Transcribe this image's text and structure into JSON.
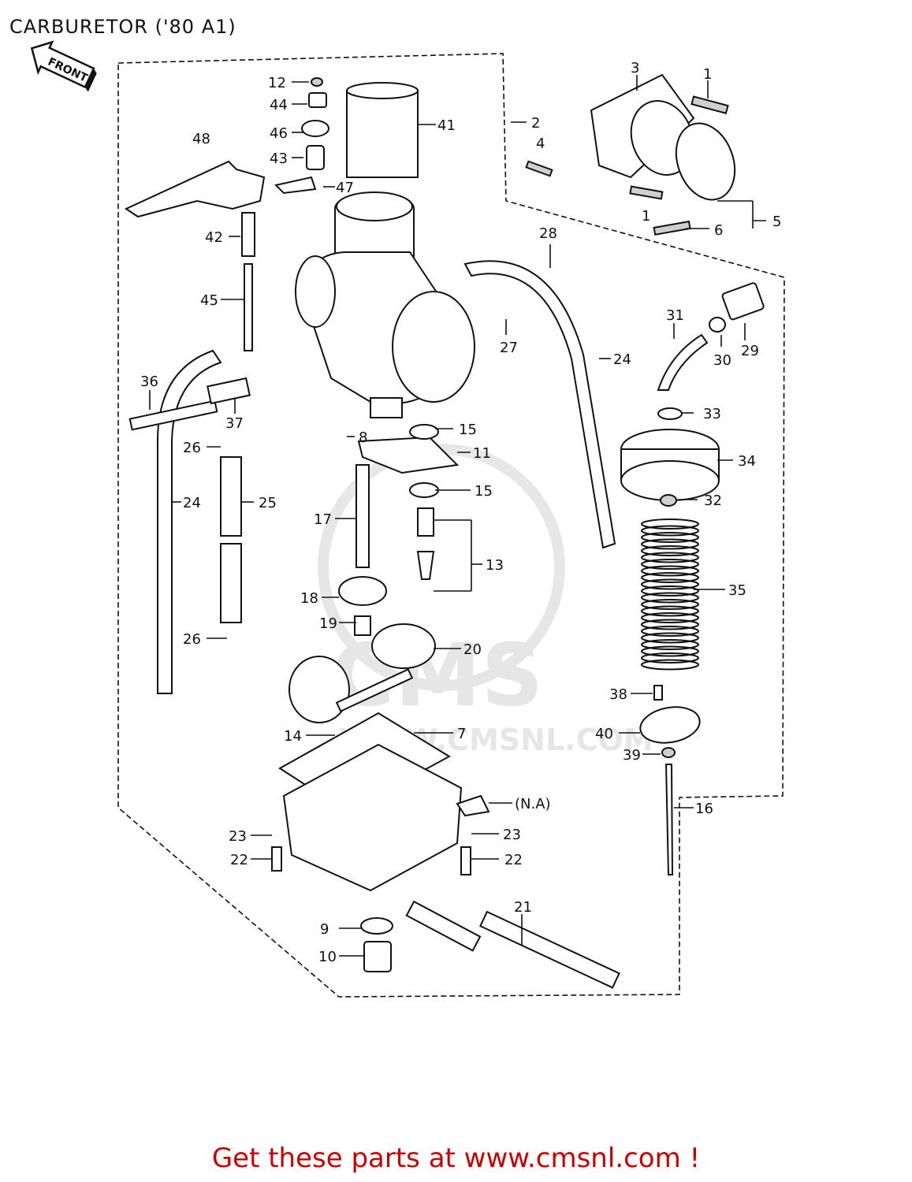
{
  "title": "CARBURETOR ('80 A1)",
  "front_label": "FRONT",
  "watermark": {
    "main": "CMS",
    "url": "WWW.CMSNL.COM"
  },
  "footer": {
    "text": "Get these parts at www.cmsnl.com !",
    "color": "#cc0000"
  },
  "callouts": [
    "1",
    "1",
    "2",
    "3",
    "4",
    "5",
    "6",
    "7",
    "8",
    "9",
    "10",
    "11",
    "12",
    "13",
    "14",
    "15",
    "15",
    "16",
    "17",
    "18",
    "19",
    "20",
    "21",
    "22",
    "22",
    "23",
    "23",
    "24",
    "24",
    "25",
    "26",
    "26",
    "27",
    "28",
    "29",
    "30",
    "31",
    "32",
    "33",
    "34",
    "35",
    "36",
    "37",
    "38",
    "39",
    "40",
    "41",
    "42",
    "43",
    "44",
    "45",
    "46",
    "47",
    "48",
    "(N.A)"
  ]
}
